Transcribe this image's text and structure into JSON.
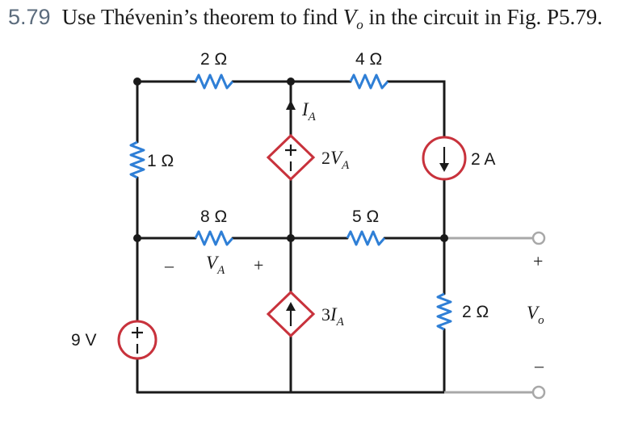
{
  "problem": {
    "number": "5.79",
    "text_before_vo": "Use Thévenin’s theorem to find ",
    "vo_var": "V",
    "vo_sub": "o",
    "text_after_vo": " in the circuit in Fig. P5.79."
  },
  "resistors": {
    "r_top_left": "2 Ω",
    "r_top_right": "4 Ω",
    "r_left": "1 Ω",
    "r_mid_left": "8 Ω",
    "r_mid_right": "5 Ω",
    "r_right_bottom": "2 Ω"
  },
  "sources": {
    "voltage_source_value": "9 V",
    "dep_voltage_coef": "2",
    "dep_voltage_var": "V",
    "dep_voltage_sub": "A",
    "current_source_value": "2 A",
    "dep_current_coef": "3",
    "dep_current_var": "I",
    "dep_current_sub": "A"
  },
  "labels": {
    "ia_var": "I",
    "ia_sub": "A",
    "va_minus": "–",
    "va_var": "V",
    "va_sub": "A",
    "va_plus": "+",
    "out_plus": "+",
    "out_var": "V",
    "out_sub": "o",
    "out_minus": "–"
  },
  "colors": {
    "wire": "#1a1a1a",
    "resistor": "#2f7fd6",
    "source": "#c8323c",
    "output_wire": "#a8a8a8"
  }
}
